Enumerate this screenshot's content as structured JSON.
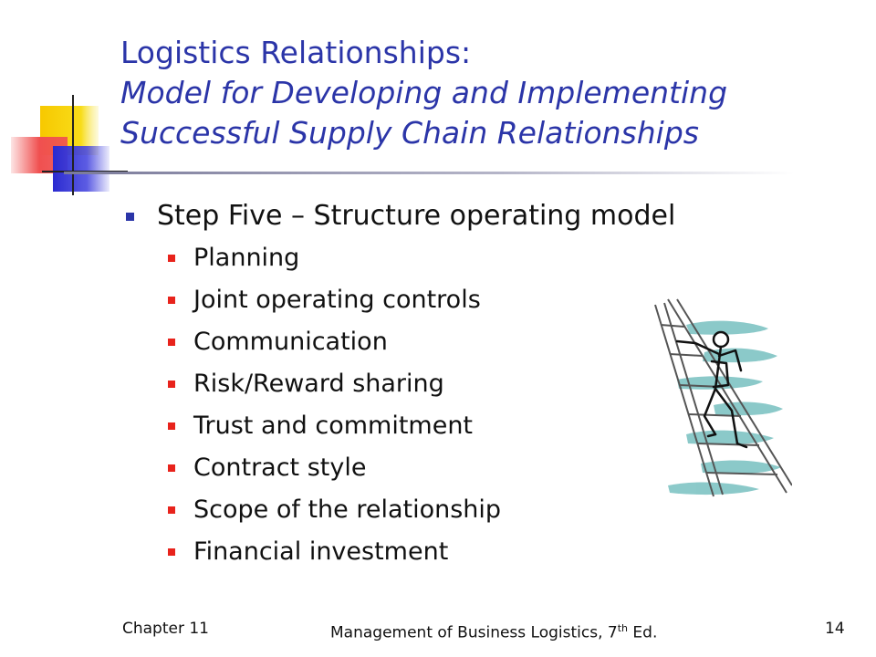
{
  "title": {
    "main": "Logistics Relationships:",
    "sub_line1": "Model for Developing and Implementing",
    "sub_line2": "Successful Supply Chain Relationships"
  },
  "bullets": {
    "main": "Step Five – Structure operating model",
    "subitems": [
      "Planning",
      "Joint operating controls",
      "Communication",
      "Risk/Reward sharing",
      "Trust and commitment",
      "Contract style",
      "Scope of the relationship",
      "Financial investment"
    ]
  },
  "footer": {
    "chapter": "Chapter 11",
    "book_prefix": "Management of Business Logistics, 7",
    "book_sup": "th",
    "book_suffix": " Ed.",
    "page_number": "14"
  },
  "colors": {
    "title": "#2b35a8",
    "level1_bullet": "#2b35a8",
    "level2_bullet": "#e8231c",
    "deco_yellow": "#f7c800",
    "deco_red": "#f05050",
    "deco_blue": "#2a2ad0",
    "clipart_wash": "#7fc4c4"
  },
  "clipart": {
    "icon": "ladder-climber-icon"
  }
}
